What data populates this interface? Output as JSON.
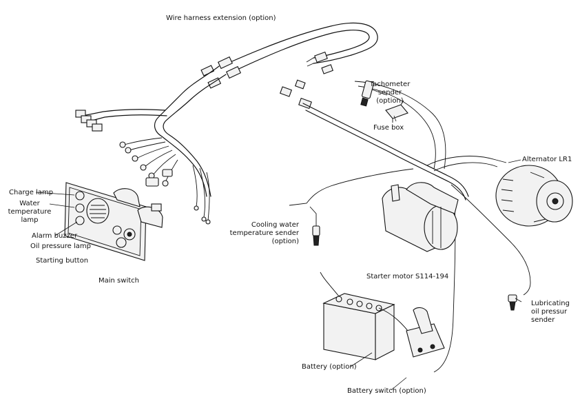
{
  "labels": {
    "wire_harness_extension": "Wire harness extension (option)",
    "tachometer_sender": [
      "Tachometer",
      "sender",
      "(option)"
    ],
    "fuse_box": "Fuse box",
    "alternator": "Alternator LR1",
    "charge_lamp": "Charge lamp",
    "water_temperature_lamp": [
      "Water",
      "temperature",
      "lamp"
    ],
    "alarm_buzzer": "Alarm buzzer",
    "oil_pressure_lamp": "Oil pressure lamp",
    "starting_button": "Starting button",
    "main_switch": "Main switch",
    "cooling_water_sender": [
      "Cooling water",
      "temperature sender",
      "(option)"
    ],
    "starter_motor": "Starter motor S114-194",
    "lubricating_oil_sender": [
      "Lubricating",
      "oil pressur",
      "sender"
    ],
    "battery": "Battery (option)",
    "battery_switch": "Battery switch (option)"
  }
}
